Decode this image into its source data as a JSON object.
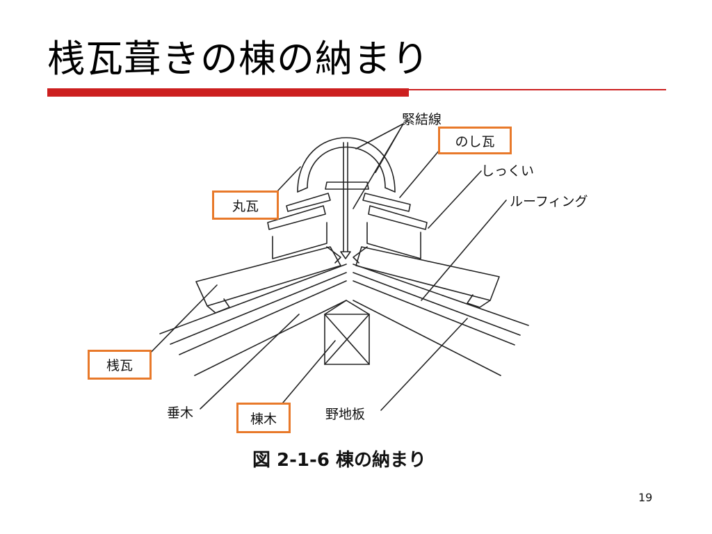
{
  "slide": {
    "title": "桟瓦葺きの棟の納まり",
    "page_number": "19"
  },
  "figure": {
    "caption": "図 2-1-6 棟の納まり",
    "labels": {
      "kinketsusen": "緊結線",
      "noshigawara": "のし瓦",
      "shikkui": "しっくい",
      "roofing": "ルーフィング",
      "marugawara": "丸瓦",
      "sangawara": "桟瓦",
      "taruki": "垂木",
      "munagi": "棟木",
      "nojiita": "野地板"
    }
  },
  "colors": {
    "title_rule": "#cc1f1f",
    "highlight_box": "#e8792a",
    "line_art": "#222222"
  }
}
